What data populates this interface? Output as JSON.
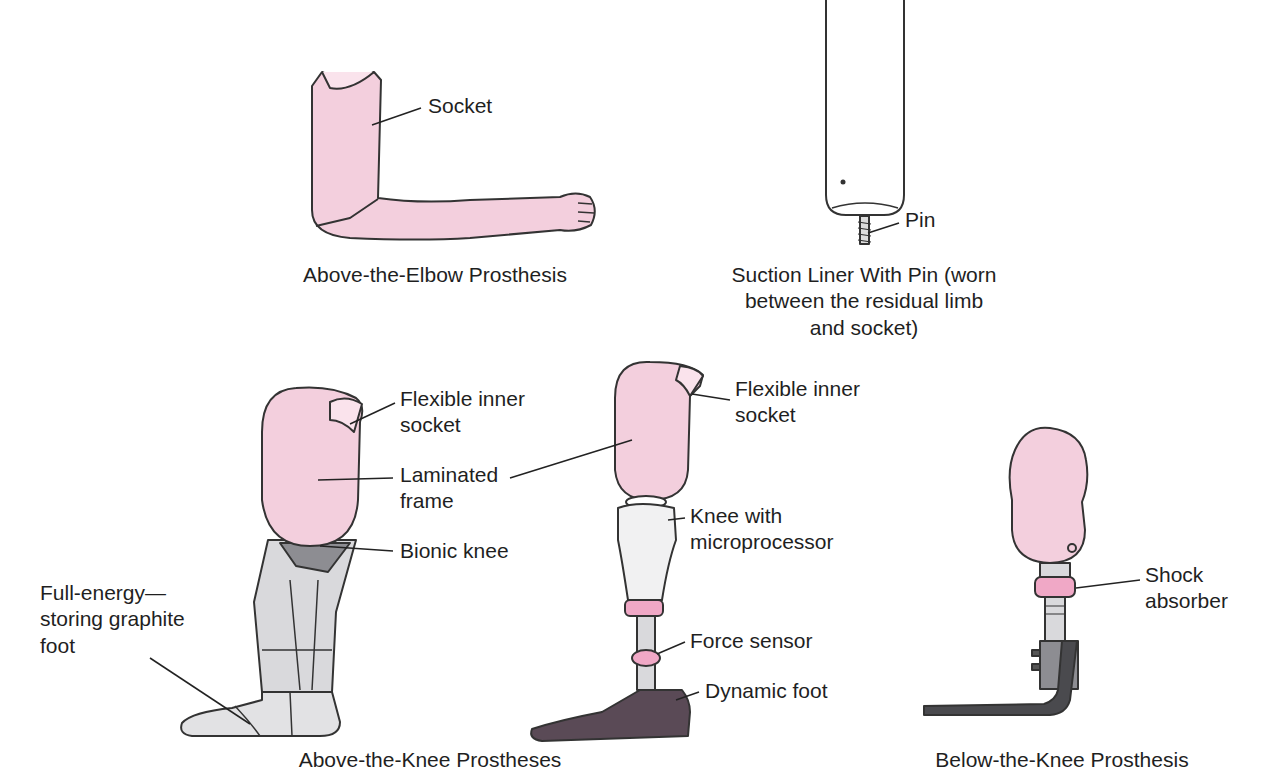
{
  "diagram": {
    "labels": [
      "Socket",
      "Above-the-Elbow Prosthesis",
      "Pin",
      "Suction Liner With Pin (worn between the residual limb and socket)",
      "Flexible inner socket",
      "Laminated frame",
      "Bionic knee",
      "Full-energy— storing graphite foot",
      "Flexible inner socket",
      "Knee with microprocessor",
      "Force sensor",
      "Dynamic foot",
      "Shock absorber",
      "Above-the-Knee Prostheses",
      "Below-the-Knee Prosthesis"
    ]
  }
}
